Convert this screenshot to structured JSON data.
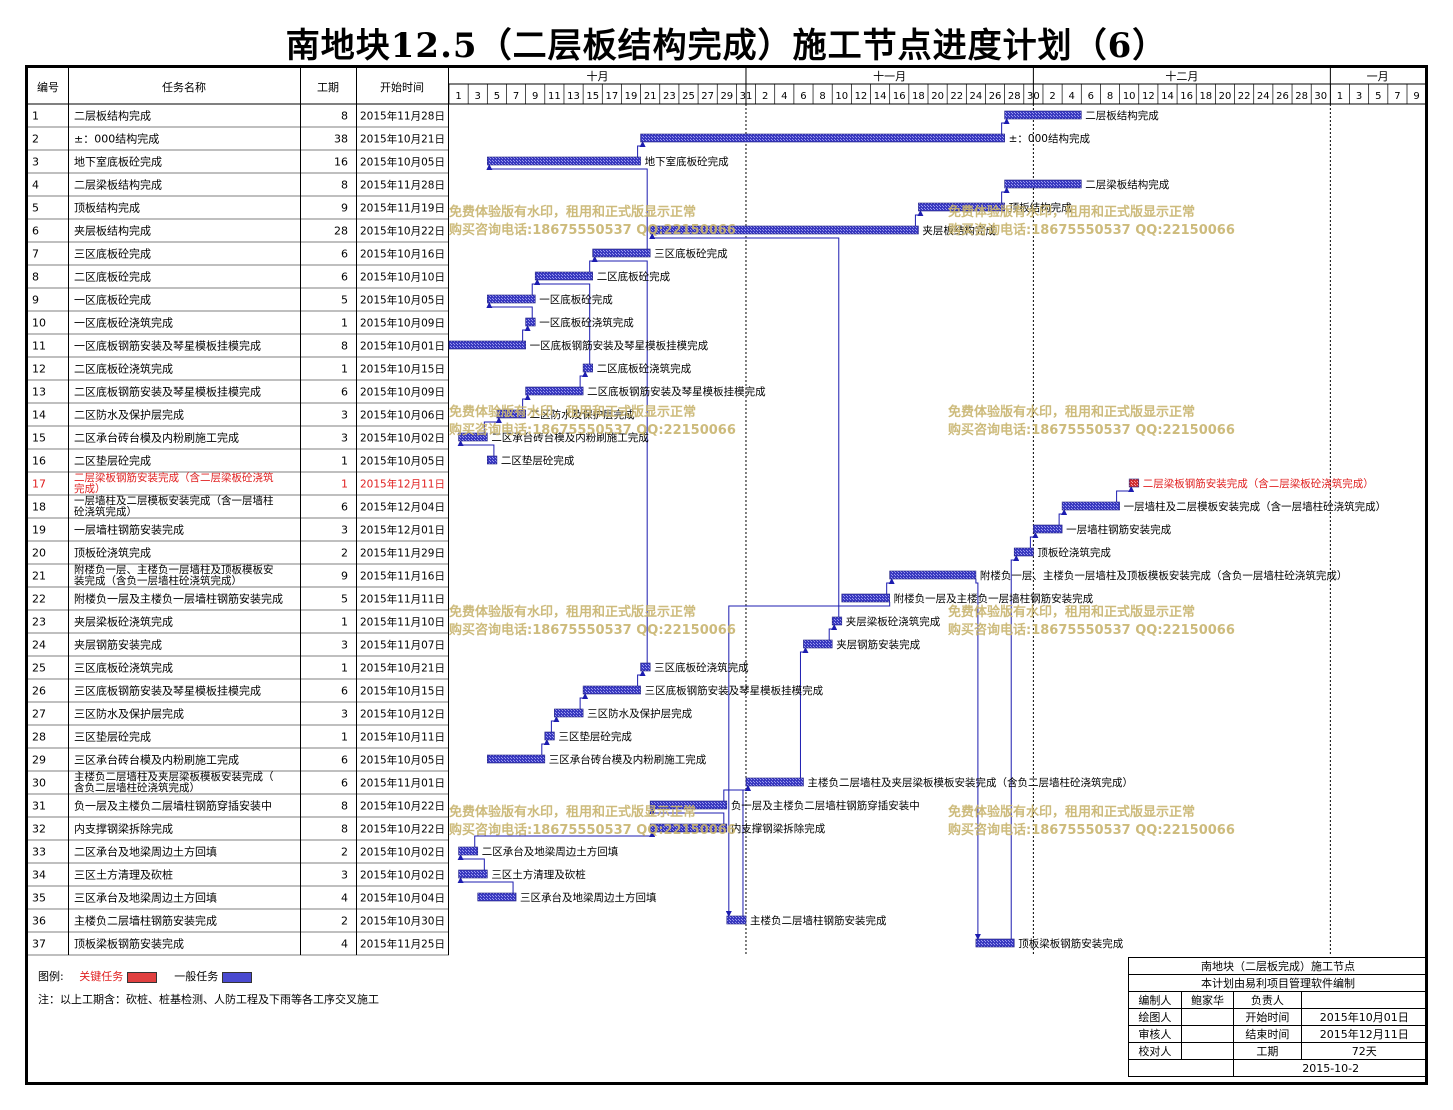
{
  "title": "南地块12.5（二层板结构完成）施工节点进度计划（6）",
  "colors": {
    "general": "#4a4ad0",
    "critical": "#e04040",
    "critical_text": "#e02020",
    "watermark": "#c8b46e"
  },
  "header": {
    "id": "编号",
    "name": "任务名称",
    "duration": "工期",
    "start": "开始时间"
  },
  "months": [
    {
      "label": "十月",
      "start": "2015-10-01"
    },
    {
      "label": "十一月",
      "start": "2015-11-01"
    },
    {
      "label": "十二月",
      "start": "2015-12-01"
    },
    {
      "label": "一月",
      "start": "2016-01-01"
    }
  ],
  "day_ticks": [
    "1",
    "3",
    "5",
    "7",
    "9",
    "11",
    "13",
    "15",
    "17",
    "19",
    "21",
    "23",
    "25",
    "27",
    "29",
    "31",
    "2",
    "4",
    "6",
    "8",
    "10",
    "12",
    "14",
    "16",
    "18",
    "20",
    "22",
    "24",
    "26",
    "28",
    "30",
    "2",
    "4",
    "6",
    "8",
    "10",
    "12",
    "14",
    "16",
    "18",
    "20",
    "22",
    "24",
    "26",
    "28",
    "30",
    "1",
    "3",
    "5",
    "7",
    "9"
  ],
  "watermark": {
    "line1": "免费体验版有水印，租用和正式版显示正常",
    "line2": "购买咨询电话:18675550537 QQ:22150066"
  },
  "legend": {
    "label": "图例:",
    "critical": "关键任务",
    "general": "一般任务"
  },
  "note": "注：以上工期含：砍桩、桩基检测、人防工程及下雨等各工序交叉施工",
  "infobox": {
    "title": "南地块（二层板完成）施工节点",
    "subtitle": "本计划由易利项目管理软件编制",
    "editor_label": "编制人",
    "editor": "鲍家华",
    "manager_label": "负责人",
    "manager": "",
    "drawer_label": "绘图人",
    "drawer": "",
    "start_label": "开始时间",
    "start": "2015年10月01日",
    "reviewer_label": "审核人",
    "reviewer": "",
    "end_label": "结束时间",
    "end": "2015年12月11日",
    "checker_label": "校对人",
    "checker": "",
    "duration_label": "工期",
    "duration": "72天",
    "date": "2015-10-2"
  },
  "chart_data": {
    "type": "gantt",
    "title": "南地块12.5（二层板结构完成）施工节点进度计划（6）",
    "x_range": [
      "2015-10-01",
      "2016-01-10"
    ],
    "tasks": [
      {
        "id": "1",
        "name": "二层板结构完成",
        "duration": 8,
        "start": "2015-11-28",
        "start_text": "2015年11月28日",
        "label": "二层板结构完成",
        "critical": false
      },
      {
        "id": "2",
        "name": "±：000结构完成",
        "duration": 38,
        "start": "2015-10-21",
        "start_text": "2015年10月21日",
        "label": "±：000结构完成",
        "critical": false
      },
      {
        "id": "3",
        "name": "地下室底板砼完成",
        "duration": 16,
        "start": "2015-10-05",
        "start_text": "2015年10月05日",
        "label": "地下室底板砼完成",
        "critical": false
      },
      {
        "id": "4",
        "name": "二层梁板结构完成",
        "duration": 8,
        "start": "2015-11-28",
        "start_text": "2015年11月28日",
        "label": "二层梁板结构完成",
        "critical": false
      },
      {
        "id": "5",
        "name": "顶板结构完成",
        "duration": 9,
        "start": "2015-11-19",
        "start_text": "2015年11月19日",
        "label": "顶板结构完成",
        "critical": false
      },
      {
        "id": "6",
        "name": "夹层板结构完成",
        "duration": 28,
        "start": "2015-10-22",
        "start_text": "2015年10月22日",
        "label": "夹层板结构完成",
        "critical": false
      },
      {
        "id": "7",
        "name": "三区底板砼完成",
        "duration": 6,
        "start": "2015-10-16",
        "start_text": "2015年10月16日",
        "label": "三区底板砼完成",
        "critical": false
      },
      {
        "id": "8",
        "name": "二区底板砼完成",
        "duration": 6,
        "start": "2015-10-10",
        "start_text": "2015年10月10日",
        "label": "二区底板砼完成",
        "critical": false
      },
      {
        "id": "9",
        "name": "一区底板砼完成",
        "duration": 5,
        "start": "2015-10-05",
        "start_text": "2015年10月05日",
        "label": "一区底板砼完成",
        "critical": false
      },
      {
        "id": "10",
        "name": "一区底板砼浇筑完成",
        "duration": 1,
        "start": "2015-10-09",
        "start_text": "2015年10月09日",
        "label": "一区底板砼浇筑完成",
        "critical": false
      },
      {
        "id": "11",
        "name": "一区底板钢筋安装及琴星模板挂模完成",
        "duration": 8,
        "start": "2015-10-01",
        "start_text": "2015年10月01日",
        "label": "一区底板钢筋安装及琴星模板挂模完成",
        "critical": false
      },
      {
        "id": "12",
        "name": "二区底板砼浇筑完成",
        "duration": 1,
        "start": "2015-10-15",
        "start_text": "2015年10月15日",
        "label": "二区底板砼浇筑完成",
        "critical": false
      },
      {
        "id": "13",
        "name": "二区底板钢筋安装及琴星模板挂模完成",
        "duration": 6,
        "start": "2015-10-09",
        "start_text": "2015年10月09日",
        "label": "二区底板钢筋安装及琴星模板挂模完成",
        "critical": false
      },
      {
        "id": "14",
        "name": "二区防水及保护层完成",
        "duration": 3,
        "start": "2015-10-06",
        "start_text": "2015年10月06日",
        "label": "二区防水及保护层完成",
        "critical": false
      },
      {
        "id": "15",
        "name": "二区承台砖台模及内粉刷施工完成",
        "duration": 3,
        "start": "2015-10-02",
        "start_text": "2015年10月02日",
        "label": "二区承台砖台模及内粉刷施工完成",
        "critical": false
      },
      {
        "id": "16",
        "name": "二区垫层砼完成",
        "duration": 1,
        "start": "2015-10-05",
        "start_text": "2015年10月05日",
        "label": "二区垫层砼完成",
        "critical": false
      },
      {
        "id": "17",
        "name": "二层梁板钢筋安装完成（含二层梁板砼浇筑完成）",
        "duration": 1,
        "start": "2015-12-11",
        "start_text": "2015年12月11日",
        "label": "二层梁板钢筋安装完成（含二层梁板砼浇筑完成）",
        "critical": true
      },
      {
        "id": "18",
        "name": "一层墙柱及二层模板安装完成（含一层墙柱砼浇筑完成）",
        "duration": 6,
        "start": "2015-12-04",
        "start_text": "2015年12月04日",
        "label": "一层墙柱及二层模板安装完成（含一层墙柱砼浇筑完成）",
        "critical": false
      },
      {
        "id": "19",
        "name": "一层墙柱钢筋安装完成",
        "duration": 3,
        "start": "2015-12-01",
        "start_text": "2015年12月01日",
        "label": "一层墙柱钢筋安装完成",
        "critical": false
      },
      {
        "id": "20",
        "name": "顶板砼浇筑完成",
        "duration": 2,
        "start": "2015-11-29",
        "start_text": "2015年11月29日",
        "label": "顶板砼浇筑完成",
        "critical": false
      },
      {
        "id": "21",
        "name": "附楼负一层、主楼负一层墙柱及顶板模板安装完成（含负一层墙柱砼浇筑完成）",
        "duration": 9,
        "start": "2015-11-16",
        "start_text": "2015年11月16日",
        "label": "附楼负一层、主楼负一层墙柱及顶板模板安装完成（含负一层墙柱砼浇筑完成）",
        "critical": false
      },
      {
        "id": "22",
        "name": "附楼负一层及主楼负一层墙柱钢筋安装完成",
        "duration": 5,
        "start": "2015-11-11",
        "start_text": "2015年11月11日",
        "label": "附楼负一层及主楼负一层墙柱钢筋安装完成",
        "critical": false
      },
      {
        "id": "23",
        "name": "夹层梁板砼浇筑完成",
        "duration": 1,
        "start": "2015-11-10",
        "start_text": "2015年11月10日",
        "label": "夹层梁板砼浇筑完成",
        "critical": false
      },
      {
        "id": "24",
        "name": "夹层钢筋安装完成",
        "duration": 3,
        "start": "2015-11-07",
        "start_text": "2015年11月07日",
        "label": "夹层钢筋安装完成",
        "critical": false
      },
      {
        "id": "25",
        "name": "三区底板砼浇筑完成",
        "duration": 1,
        "start": "2015-10-21",
        "start_text": "2015年10月21日",
        "label": "三区底板砼浇筑完成",
        "critical": false
      },
      {
        "id": "26",
        "name": "三区底板钢筋安装及琴星模板挂模完成",
        "duration": 6,
        "start": "2015-10-15",
        "start_text": "2015年10月15日",
        "label": "三区底板钢筋安装及琴星模板挂模完成",
        "critical": false
      },
      {
        "id": "27",
        "name": "三区防水及保护层完成",
        "duration": 3,
        "start": "2015-10-12",
        "start_text": "2015年10月12日",
        "label": "三区防水及保护层完成",
        "critical": false
      },
      {
        "id": "28",
        "name": "三区垫层砼完成",
        "duration": 1,
        "start": "2015-10-11",
        "start_text": "2015年10月11日",
        "label": "三区垫层砼完成",
        "critical": false
      },
      {
        "id": "29",
        "name": "三区承台砖台模及内粉刷施工完成",
        "duration": 6,
        "start": "2015-10-05",
        "start_text": "2015年10月05日",
        "label": "三区承台砖台模及内粉刷施工完成",
        "critical": false
      },
      {
        "id": "30",
        "name": "主楼负二层墙柱及夹层梁板模板安装完成（含负二层墙柱砼浇筑完成）",
        "duration": 6,
        "start": "2015-11-01",
        "start_text": "2015年11月01日",
        "label": "主楼负二层墙柱及夹层梁板模板安装完成（含负二层墙柱砼浇筑完成）",
        "critical": false
      },
      {
        "id": "31",
        "name": "负一层及主楼负二层墙柱钢筋穿插安装中",
        "duration": 8,
        "start": "2015-10-22",
        "start_text": "2015年10月22日",
        "label": "负一层及主楼负二层墙柱钢筋穿插安装中",
        "critical": false
      },
      {
        "id": "32",
        "name": "内支撑钢梁拆除完成",
        "duration": 8,
        "start": "2015-10-22",
        "start_text": "2015年10月22日",
        "label": "内支撑钢梁拆除完成",
        "critical": false
      },
      {
        "id": "33",
        "name": "二区承台及地梁周边土方回填",
        "duration": 2,
        "start": "2015-10-02",
        "start_text": "2015年10月02日",
        "label": "二区承台及地梁周边土方回填",
        "critical": false
      },
      {
        "id": "34",
        "name": "三区土方清理及砍桩",
        "duration": 3,
        "start": "2015-10-02",
        "start_text": "2015年10月02日",
        "label": "三区土方清理及砍桩",
        "critical": false
      },
      {
        "id": "35",
        "name": "三区承台及地梁周边土方回填",
        "duration": 4,
        "start": "2015-10-04",
        "start_text": "2015年10月04日",
        "label": "三区承台及地梁周边土方回填",
        "critical": false
      },
      {
        "id": "36",
        "name": "主楼负二层墙柱钢筋安装完成",
        "duration": 2,
        "start": "2015-10-30",
        "start_text": "2015年10月30日",
        "label": "主楼负二层墙柱钢筋安装完成",
        "critical": false
      },
      {
        "id": "37",
        "name": "顶板梁板钢筋安装完成",
        "duration": 4,
        "start": "2015-11-25",
        "start_text": "2015年11月25日",
        "label": "顶板梁板钢筋安装完成",
        "critical": false
      }
    ],
    "links": [
      [
        2,
        1
      ],
      [
        3,
        2
      ],
      [
        6,
        5
      ],
      [
        5,
        4
      ],
      [
        7,
        3
      ],
      [
        8,
        7
      ],
      [
        9,
        8
      ],
      [
        10,
        9
      ],
      [
        11,
        10
      ],
      [
        12,
        8
      ],
      [
        13,
        12
      ],
      [
        14,
        13
      ],
      [
        15,
        14
      ],
      [
        16,
        15
      ],
      [
        18,
        17
      ],
      [
        19,
        18
      ],
      [
        20,
        19
      ],
      [
        22,
        21
      ],
      [
        23,
        6
      ],
      [
        24,
        23
      ],
      [
        25,
        7
      ],
      [
        26,
        25
      ],
      [
        27,
        26
      ],
      [
        28,
        27
      ],
      [
        29,
        28
      ],
      [
        30,
        24
      ],
      [
        31,
        30
      ],
      [
        32,
        31
      ],
      [
        33,
        32
      ],
      [
        34,
        33
      ],
      [
        35,
        34
      ],
      [
        36,
        30
      ],
      [
        37,
        20
      ],
      [
        21,
        37
      ],
      [
        22,
        36
      ]
    ]
  }
}
